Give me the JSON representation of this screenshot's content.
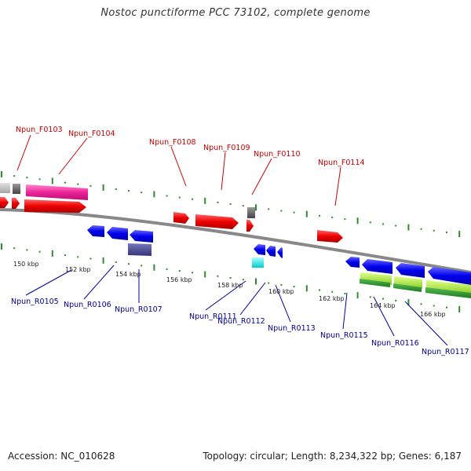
{
  "title": "Nostoc punctiforme PCC 73102, complete genome",
  "footer": {
    "accession": "Accession: NC_010628",
    "topology": "Topology: circular; Length: 8,234,322 bp; Genes: 6,187"
  },
  "colors": {
    "forward_label": "#cc0000",
    "reverse_label": "#000099",
    "tick": "#2e8b2e",
    "backbone": "#888888"
  },
  "forward_labels": [
    "Npun_F0103",
    "Npun_F0104",
    "Npun_F0108",
    "Npun_F0109",
    "Npun_F0110",
    "Npun_F0114"
  ],
  "reverse_labels": [
    "Npun_R0105",
    "Npun_R0106",
    "Npun_R0107",
    "Npun_R0111",
    "Npun_R0112",
    "Npun_R0113",
    "Npun_R0115",
    "Npun_R0116",
    "Npun_R0117"
  ],
  "kbp_labels": [
    "150 kbp",
    "152 kbp",
    "154 kbp",
    "156 kbp",
    "158 kbp",
    "160 kbp",
    "162 kbp",
    "164 kbp",
    "166 kbp"
  ]
}
